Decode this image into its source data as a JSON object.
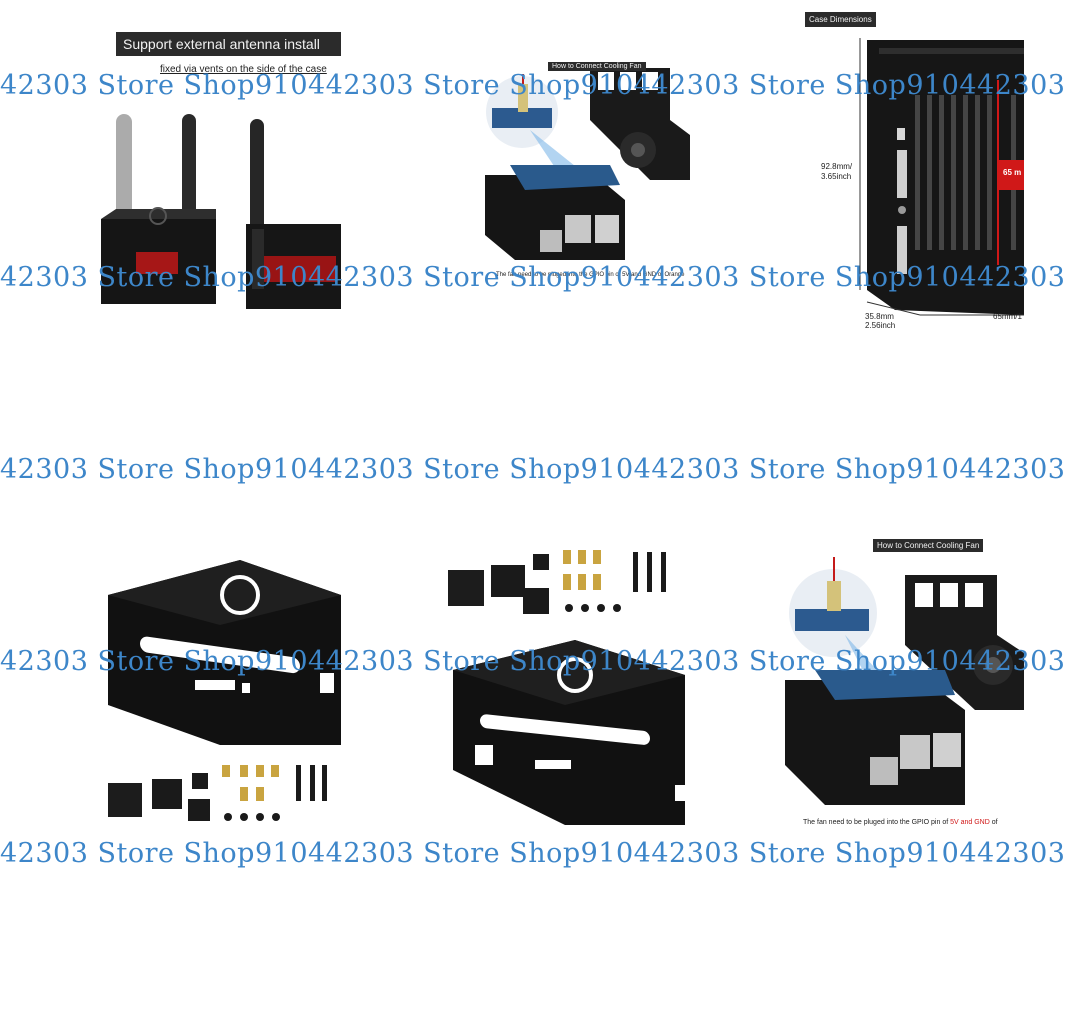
{
  "tiles": {
    "antenna": {
      "heading": "Support external antenna install",
      "subheading": "fixed via vents on the side of the case"
    },
    "fan_top": {
      "heading": "How to Connect Cooling Fan",
      "footnote": "The fan need to be pluged into the GPIO pin of 5V and GND of Orange"
    },
    "dimensions": {
      "heading": "Case Dimensions",
      "height_mm": "92.8mm/",
      "height_in": "3.65inch",
      "depth_mm": "35.8mm",
      "depth_in": "2.56inch",
      "width_mm": "65mm/1",
      "center_label": "65 m"
    },
    "fan_bottom": {
      "heading": "How to Connect Cooling Fan",
      "footnote_prefix": "The fan need to be pluged into the GPIO pin of ",
      "footnote_highlight": "5V and GND",
      "footnote_suffix": " of"
    }
  },
  "watermark": {
    "text": "42303 Store Shop910442303 Store Shop910442303 Store Shop910442303"
  },
  "colors": {
    "case_black": "#141414",
    "board_blue": "#2a5a8c",
    "watermark_blue": "#3d86c9",
    "accent_red": "#d01818"
  }
}
